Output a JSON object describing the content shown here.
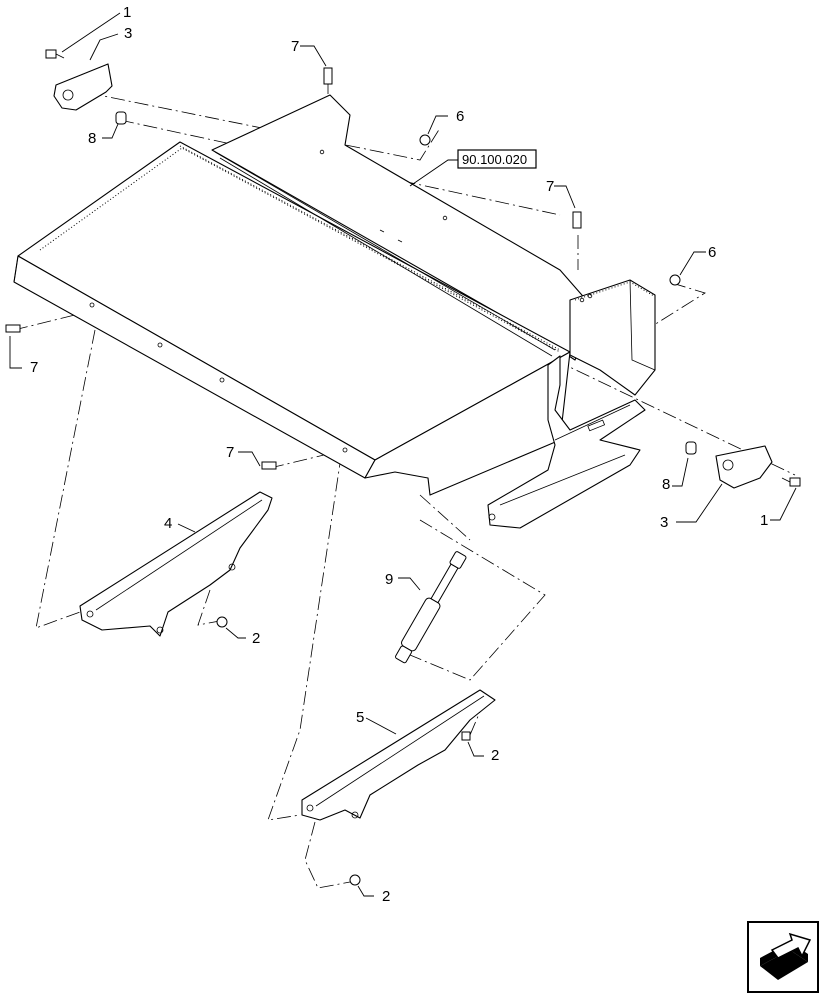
{
  "reference": {
    "label": "90.100.020"
  },
  "callouts": [
    "1",
    "3",
    "7",
    "6",
    "8",
    "7",
    "6",
    "7",
    "7",
    "8",
    "3",
    "1",
    "4",
    "2",
    "9",
    "5",
    "2",
    "2"
  ],
  "nav": {
    "icon": "next-arrow-icon"
  }
}
